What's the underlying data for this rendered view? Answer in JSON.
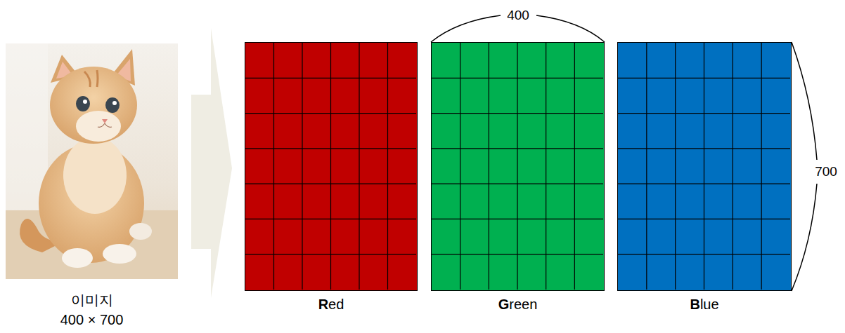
{
  "diagram": {
    "nodes": [
      {
        "text": [
          "이미지",
          "400 × 700"
        ]
      },
      {
        "text": [
          "Red"
        ]
      },
      {
        "text": [
          "Green"
        ]
      },
      {
        "text": [
          "Blue"
        ]
      }
    ],
    "labels": [
      "400",
      "700"
    ]
  }
}
